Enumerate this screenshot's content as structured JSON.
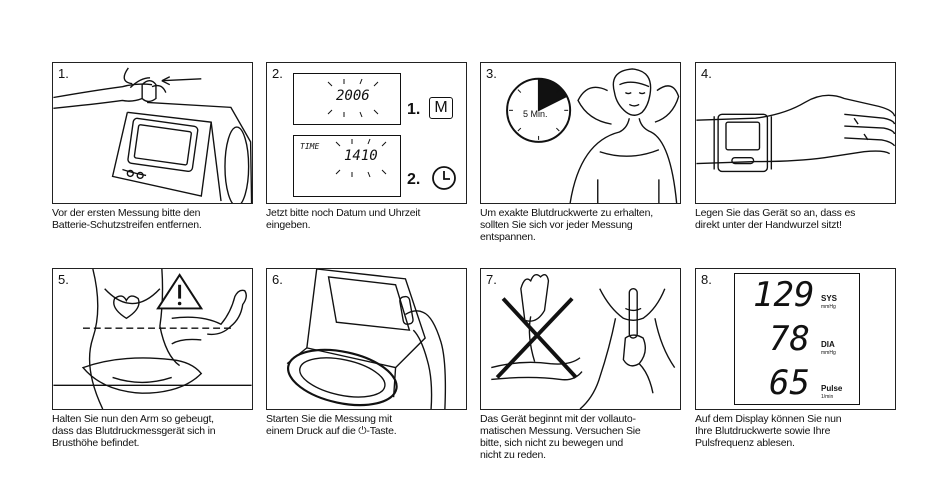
{
  "steps": [
    {
      "number": "1.",
      "caption": "Vor der ersten Messung bitte den\nBatterie-Schutzstreifen entfernen."
    },
    {
      "number": "2.",
      "caption": "Jetzt bitte noch Datum und Uhrzeit\neingeben.",
      "lcd_year": "2006",
      "lcd_time_label": "TIME",
      "lcd_time": "1410",
      "step_1_label": "1.",
      "button_m": "M",
      "step_2_label": "2."
    },
    {
      "number": "3.",
      "caption": "Um exakte Blutdruckwerte zu erhalten,\nsollten Sie sich vor jeder Messung\nentspannen.",
      "clock_label": "5 Min."
    },
    {
      "number": "4.",
      "caption": "Legen Sie das Gerät so an, dass es\ndirekt unter der Handwurzel sitzt!"
    },
    {
      "number": "5.",
      "caption": "Halten Sie nun den Arm so gebeugt,\ndass das Blutdruckmessgerät sich in\nBrusthöhe befindet."
    },
    {
      "number": "6.",
      "caption": "Starten Sie die Messung mit\neinem Druck auf die ⏻-Taste."
    },
    {
      "number": "7.",
      "caption": "Das Gerät beginnt mit der vollauto-\nmatischen Messung. Versuchen Sie\nbitte, sich nicht zu bewegen und\nnicht zu reden."
    },
    {
      "number": "8.",
      "caption": "Auf dem Display können Sie nun\nIhre Blutdruckwerte sowie Ihre\nPulsfrequenz ablesen.",
      "sys_value": "129",
      "sys_label": "SYS",
      "sys_unit": "mmHg",
      "dia_value": "78",
      "dia_label": "DIA",
      "dia_unit": "mmHg",
      "pulse_value": "65",
      "pulse_label": "Pulse",
      "pulse_unit": "1/min"
    }
  ]
}
